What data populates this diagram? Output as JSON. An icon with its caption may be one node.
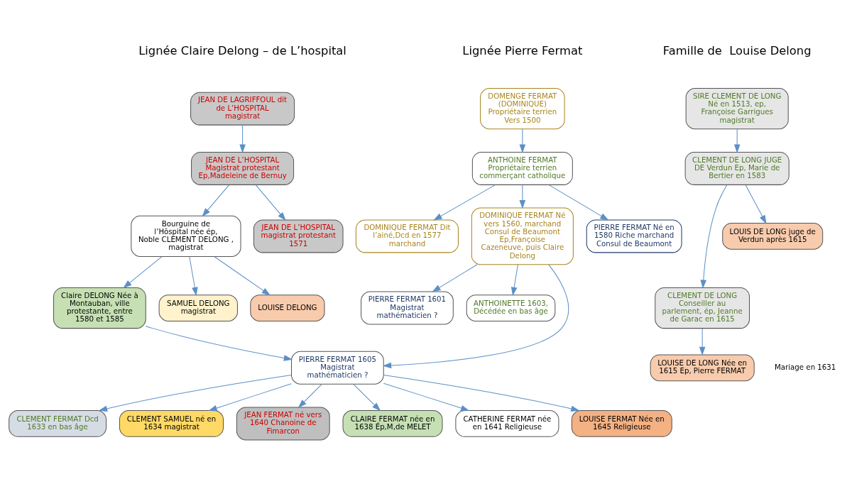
{
  "diagram": {
    "nodes": [
      {
        "text": [
          "DOMENGE FERMAT (DOMINIQUE) Propriétaire terrien Vers 1500"
        ]
      },
      {
        "text": [
          "ANTHOINE FERMAT Propriétaire terrien commerçant catholique"
        ]
      },
      {
        "text": [
          "JEAN DE LAGRIFFOUL dit de L’HOSPITAL magistrat"
        ]
      },
      {
        "text": [
          "JEAN DE L’HOSPITAL Magistrat protestant Ep,Madeleine de Bernuy"
        ]
      },
      {
        "text": [
          "Bourguine de l’Hôspital née ép, Noble CLEMENT DELONG , magistrat"
        ]
      },
      {
        "text": [
          "JEAN DE L’HOSPITAL magistrat protestant 1571"
        ]
      },
      {
        "text": [
          "SIRE CLEMENT DE LONG Né en 1513, ep, Françoise Garrigues magistrat"
        ]
      },
      {
        "text": [
          "CLEMENT DE LONG JUGE DE Verdun Ep, Marie de Bertier en 1583"
        ]
      },
      {
        "text": [
          "DOMINIQUE FERMAT Dit l’ainé,Dcd en 1577 marchand"
        ]
      },
      {
        "text": [
          "DOMINIQUE FERMAT Né vers 1560, marchand Consul de Beaumont Ep,Françoise Cazeneuve, puis Claire Delong"
        ]
      },
      {
        "text": [
          "PIERRE FERMAT Né en 1580 Riche marchand Consul de Beaumont"
        ]
      },
      {
        "text": [
          "Claire DELONG Née à Montauban, ville protestante, entre 1580 et 1585"
        ]
      },
      {
        "text": [
          "SAMUEL DELONG magistrat"
        ]
      },
      {
        "text": [
          "LOUISE DELONG"
        ]
      },
      {
        "text": [
          "CLEMENT DE LONG Conseiller au parlement, ép, Jeanne de Garac en 1615"
        ]
      },
      {
        "text": [
          "LOUIS DE LONG juge de Verdun après 1615"
        ]
      },
      {
        "text": [
          "PIERRE FERMAT 1601 Magistrat mathématicien ?"
        ]
      },
      {
        "text": [
          "ANTHOINETTE 1603, Décédée en bas âge"
        ]
      },
      {
        "text": [
          "PIERRE FERMAT 1605 Magistrat mathématicien ?"
        ]
      },
      {
        "text": [
          "LOUISE DE LONG Née en 1615 Ep, Pierre FERMAT"
        ]
      },
      {
        "text": [
          "CLEMENT FERMAT Dcd 1633 en bas âge"
        ]
      },
      {
        "text": [
          "CLEMENT SAMUEL né en 1634 magistrat"
        ]
      },
      {
        "text": [
          "JEAN FERMAT né vers 1640 Chanoine de Fimarcon"
        ]
      },
      {
        "text": [
          "CLAIRE FERMAT née en 1638 Ép,M,de MELET"
        ]
      },
      {
        "text": [
          "CATHERINE FERMAT née en 1641 Religieuse"
        ]
      },
      {
        "text": [
          "LOUISE FERMAT Née en 1645 Religieuse"
        ]
      }
    ],
    "edges": [
      {
        "from": 0,
        "to": 1,
        "arrow": "to"
      },
      {
        "from": 1,
        "to": 8,
        "arrow": "to"
      },
      {
        "from": 1,
        "to": 9,
        "arrow": "to"
      },
      {
        "from": 1,
        "to": 10,
        "arrow": "to"
      },
      {
        "from": 2,
        "to": 3,
        "arrow": "to"
      },
      {
        "from": 3,
        "to": 4,
        "arrow": "to"
      },
      {
        "from": 3,
        "to": 5,
        "arrow": "to"
      },
      {
        "from": 6,
        "to": 7,
        "arrow": "to"
      },
      {
        "from": 7,
        "to": 14,
        "arrow": "to"
      },
      {
        "from": 7,
        "to": 15,
        "arrow": "to"
      },
      {
        "from": 4,
        "to": 11,
        "arrow": "to"
      },
      {
        "from": 4,
        "to": 12,
        "arrow": "to"
      },
      {
        "from": 4,
        "to": 13,
        "arrow": "to"
      },
      {
        "from": 9,
        "to": 16,
        "arrow": "to"
      },
      {
        "from": 9,
        "to": 17,
        "arrow": "to"
      },
      {
        "from": 9,
        "to": 18,
        "arrow": "to"
      },
      {
        "from": 11,
        "to": 18,
        "arrow": "to"
      },
      {
        "from": 14,
        "to": 19,
        "arrow": "to"
      },
      {
        "from": 18,
        "to": 20,
        "arrow": "to"
      },
      {
        "from": 18,
        "to": 21,
        "arrow": "to"
      },
      {
        "from": 18,
        "to": 22,
        "arrow": "to"
      },
      {
        "from": 18,
        "to": 23,
        "arrow": "to"
      },
      {
        "from": 18,
        "to": 24,
        "arrow": "to"
      },
      {
        "from": 18,
        "to": 25,
        "arrow": "to"
      }
    ],
    "labels": [
      "Lignée Pierre Fermat",
      "Lignée Claire Delong – de L’hospital",
      "Famille de  Louise Delong",
      "Mariage en 1631"
    ]
  }
}
